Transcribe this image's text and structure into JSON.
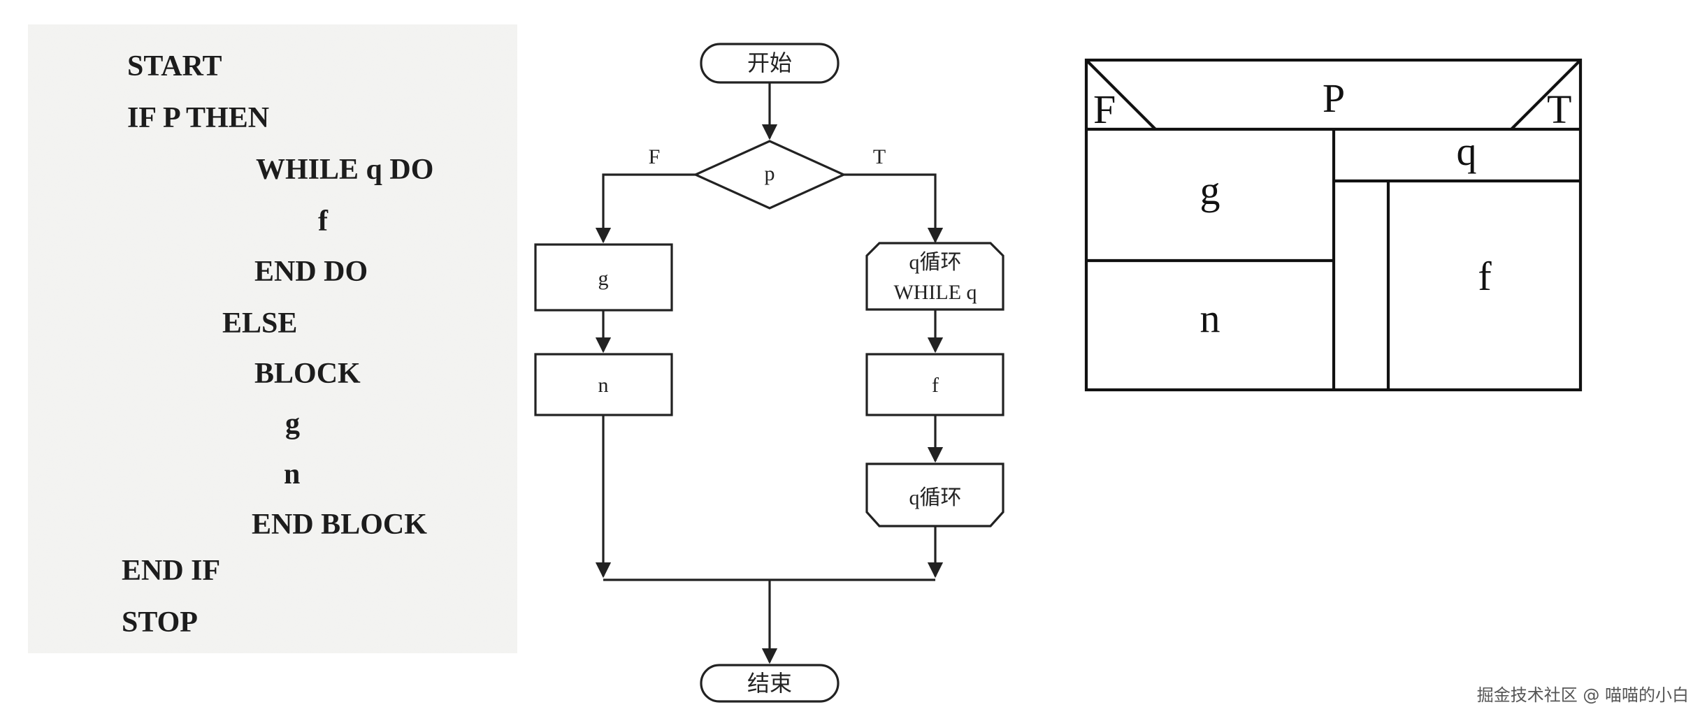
{
  "pseudocode": {
    "lines": [
      "START",
      "IF P THEN",
      "WHILE q DO",
      "f",
      "END DO",
      "ELSE",
      "BLOCK",
      "g",
      "n",
      "END BLOCK",
      "END IF",
      "STOP"
    ]
  },
  "flowchart": {
    "start": "开始",
    "end": "结束",
    "decision": "p",
    "false_label": "F",
    "true_label": "T",
    "box_g": "g",
    "box_n": "n",
    "loop_start_line1": "q循环",
    "loop_start_line2": "WHILE q",
    "box_f": "f",
    "loop_end": "q循环"
  },
  "nassi_shneiderman": {
    "condition": "P",
    "false_label": "F",
    "true_label": "T",
    "cell_g": "g",
    "cell_n": "n",
    "loop_condition": "q",
    "loop_body": "f"
  },
  "watermark": "掘金技术社区 @ 喵喵的小白"
}
